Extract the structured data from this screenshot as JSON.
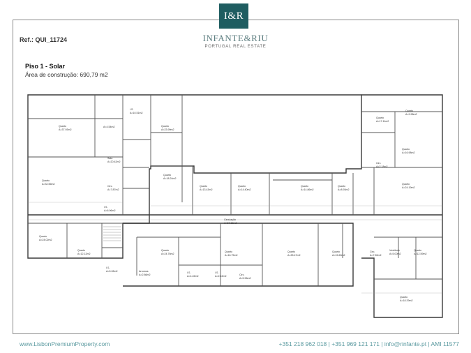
{
  "brand": {
    "logo_text": "I&R",
    "name": "INFANTE&RIU",
    "tagline": "PORTUGAL REAL ESTATE"
  },
  "reference": "Ref.: QUI_11724",
  "floor": {
    "title": "Piso 1  - Solar",
    "area": "Área de construção: 690,79 m2"
  },
  "plan_labels": {
    "quarto_a": "Quarto",
    "quarto_a_area": "A=37.93m2",
    "is_top": "I.S.",
    "is_top_area": "A=10.51m2",
    "is_top2_area": "A=4.54m2",
    "quarto_b": "Quarto",
    "quarto_b_area": "A=23.99m2",
    "sala": "Sala",
    "sala_area": "A=20.42m2",
    "circ_a": "Circ.",
    "circ_a_area": "A=7.87m2",
    "quarto_c": "Quarto",
    "quarto_c_area": "A=32.56m2",
    "quarto_d": "Quarto",
    "quarto_d_area": "A=18.24m2",
    "is_mid": "I.S.",
    "is_mid_area": "A=6.96m2",
    "quarto_e": "Quarto",
    "quarto_e_area": "A=13.43m2",
    "quarto_f": "Quarto",
    "quarto_f_area": "A=14.40m2",
    "quarto_g": "Quarto",
    "quarto_g_area": "A=14.86m2",
    "quarto_h": "Quarto",
    "quarto_h_area": "A=8.93m2",
    "quarto_i": "Quarto",
    "quarto_i_area": "A=17.11m2",
    "quarto_j": "Quarto",
    "quarto_j_area": "A=9.98m2",
    "quarto_k": "Quarto",
    "quarto_k_area": "A=16.98m2",
    "circ_b": "Circ.",
    "circ_b_area": "A=2.18m2",
    "quarto_l": "Quarto",
    "quarto_l_area": "A=24.19m2",
    "circulacao": "Circulação",
    "circulacao_area": "A=67.18m2",
    "quarto_m": "Quarto",
    "quarto_m_area": "A=24.02m2",
    "quarto_n": "Quarto",
    "quarto_n_area": "A=12.12m2",
    "is_low": "I.S.",
    "is_low_area": "A=5.28m2",
    "arrumos": "Arrumos",
    "arrumos_area": "A=2.86m2",
    "quarto_o": "Quarto",
    "quarto_o_area": "A=24.76m2",
    "is_low2": "I.S.",
    "is_low2_area": "A=4.45m2",
    "is_low3": "I.S.",
    "is_low3_area": "A=2.43m2",
    "quarto_p": "Quarto",
    "quarto_p_area": "A=16.75m2",
    "circ_c": "Circ.",
    "circ_c_area": "A=5.96m2",
    "quarto_q": "Quarto",
    "quarto_q_area": "A=25.47m2",
    "quarto_r": "Quarto",
    "quarto_r_area": "A=15.69m2",
    "circ_d": "Circ.",
    "circ_d_area": "A=7.89m2",
    "vestibulo": "Vestíbulo",
    "vestibulo_area": "A=5.00m2",
    "quarto_s": "Quarto",
    "quarto_s_area": "A=12.59m2",
    "quarto_t": "Quarto",
    "quarto_t_area": "A=18.29m2"
  },
  "footer": {
    "website": "www.LisbonPremiumProperty.com",
    "contacts": "+351 218 962 018 | +351 969 121 171 | info@rinfante.pt | AMI 11577"
  },
  "colors": {
    "brand_teal": "#1f5d61",
    "footer_teal": "#5b9aa0"
  }
}
